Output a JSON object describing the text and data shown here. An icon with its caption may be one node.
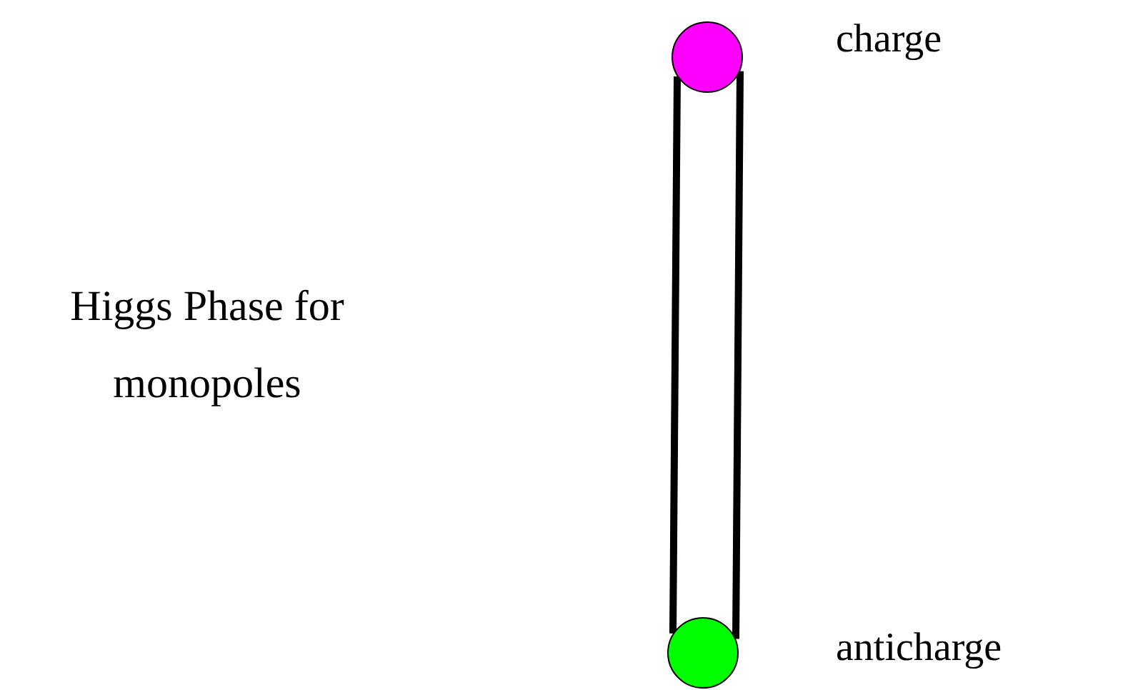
{
  "diagram": {
    "nodes": [
      {
        "text": [],
        "shape": "circle",
        "beside": [
          "charge"
        ]
      },
      {
        "text": [],
        "shape": "circle",
        "beside": [
          "anticharge"
        ]
      }
    ],
    "edges": [
      {
        "from": 0,
        "to": 1,
        "arrow": "none"
      },
      {
        "from": 0,
        "to": 1,
        "arrow": "none"
      }
    ],
    "labels": [
      "Higgs Phase for monopoles"
    ]
  }
}
